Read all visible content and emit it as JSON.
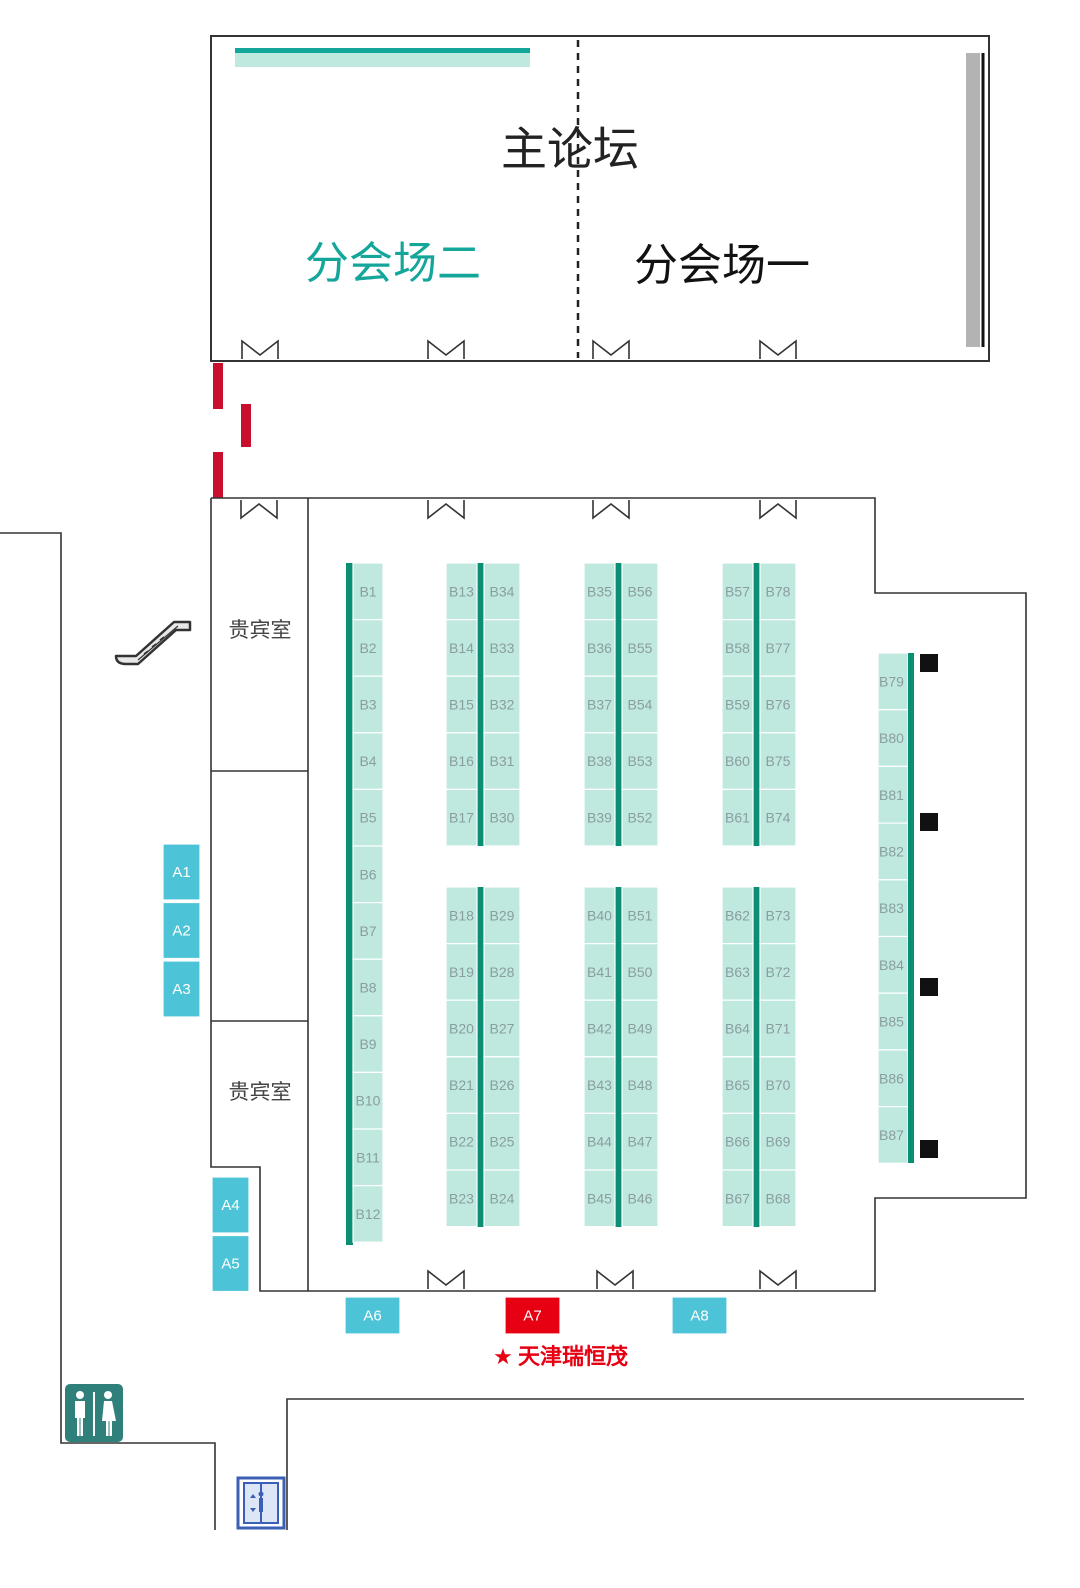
{
  "halls": {
    "main_forum": "主论坛",
    "sub_hall_2": "分会场二",
    "sub_hall_1": "分会场一"
  },
  "vip_room_top": "贵宾室",
  "vip_room_bottom": "贵宾室",
  "highlight": {
    "star": "★",
    "name": "天津瑞恒茂"
  },
  "colors": {
    "booth_fill": "#bfe9df",
    "booth_divider": "#0a8f74",
    "a_booth": "#4cc3d6",
    "highlight_booth": "#e60012",
    "highlight_text": "#e60012",
    "hall2_text": "#14a69a",
    "wall": "#333333",
    "red_marker": "#c8102e"
  },
  "icons": [
    "escalator-icon",
    "restroom-icon",
    "elevator-icon",
    "door-icon"
  ],
  "booths": {
    "b_col1": [
      "B1",
      "B2",
      "B3",
      "B4",
      "B5",
      "B6",
      "B7",
      "B8",
      "B9",
      "B10",
      "B11",
      "B12"
    ],
    "block_top_1_left": [
      "B13",
      "B14",
      "B15",
      "B16",
      "B17"
    ],
    "block_top_1_right": [
      "B34",
      "B33",
      "B32",
      "B31",
      "B30"
    ],
    "block_top_2_left": [
      "B35",
      "B36",
      "B37",
      "B38",
      "B39"
    ],
    "block_top_2_right": [
      "B56",
      "B55",
      "B54",
      "B53",
      "B52"
    ],
    "block_top_3_left": [
      "B57",
      "B58",
      "B59",
      "B60",
      "B61"
    ],
    "block_top_3_right": [
      "B78",
      "B77",
      "B76",
      "B75",
      "B74"
    ],
    "block_bot_1_left": [
      "B18",
      "B19",
      "B20",
      "B21",
      "B22",
      "B23"
    ],
    "block_bot_1_right": [
      "B29",
      "B28",
      "B27",
      "B26",
      "B25",
      "B24"
    ],
    "block_bot_2_left": [
      "B40",
      "B41",
      "B42",
      "B43",
      "B44",
      "B45"
    ],
    "block_bot_2_right": [
      "B51",
      "B50",
      "B49",
      "B48",
      "B47",
      "B46"
    ],
    "block_bot_3_left": [
      "B62",
      "B63",
      "B64",
      "B65",
      "B66",
      "B67"
    ],
    "block_bot_3_right": [
      "B73",
      "B72",
      "B71",
      "B70",
      "B69",
      "B68"
    ],
    "b_col_right": [
      "B79",
      "B80",
      "B81",
      "B82",
      "B83",
      "B84",
      "B85",
      "B86",
      "B87"
    ],
    "a_left": [
      "A1",
      "A2",
      "A3"
    ],
    "a_lower": [
      "A4",
      "A5"
    ],
    "a_bottom": [
      "A6",
      "A7",
      "A8"
    ]
  }
}
